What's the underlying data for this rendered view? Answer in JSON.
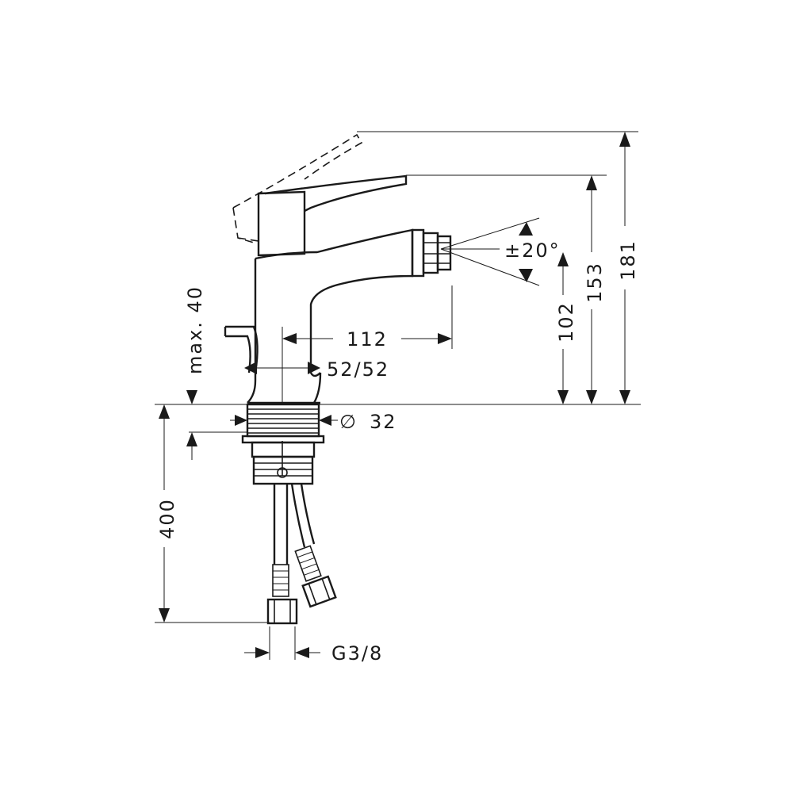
{
  "labels": {
    "overall_height": "181",
    "lever_height": "153",
    "spout_height": "102",
    "spout_reach": "112",
    "swivel_angle": "±20°",
    "deck_thickness": "max. 40",
    "waste_size": "52/52",
    "hole_diameter": "32",
    "hose_length": "400",
    "connection_thread": "G3/8"
  },
  "symbols": {
    "diameter": "∅"
  }
}
